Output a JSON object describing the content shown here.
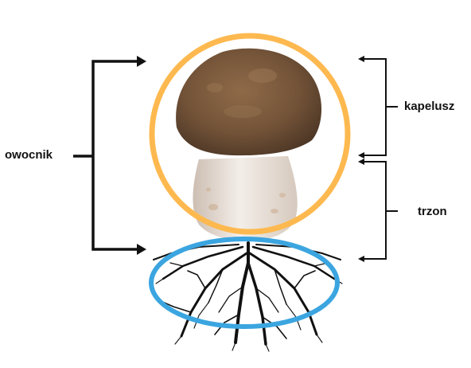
{
  "diagram": {
    "labels": {
      "fruiting_body": "owocnik",
      "cap": "kapelusz",
      "stem": "trzon"
    },
    "colors": {
      "fruiting_body_circle": "#FDB94F",
      "mycelium_ellipse": "#3BA5E0",
      "cap": "#7A5A3E",
      "stem": "#E8E0D8",
      "mycelium": "#111111",
      "bracket": "#111111"
    },
    "icons": {
      "mushroom": "mushroom-illustration",
      "mycelium": "mycelium-roots-illustration"
    }
  }
}
